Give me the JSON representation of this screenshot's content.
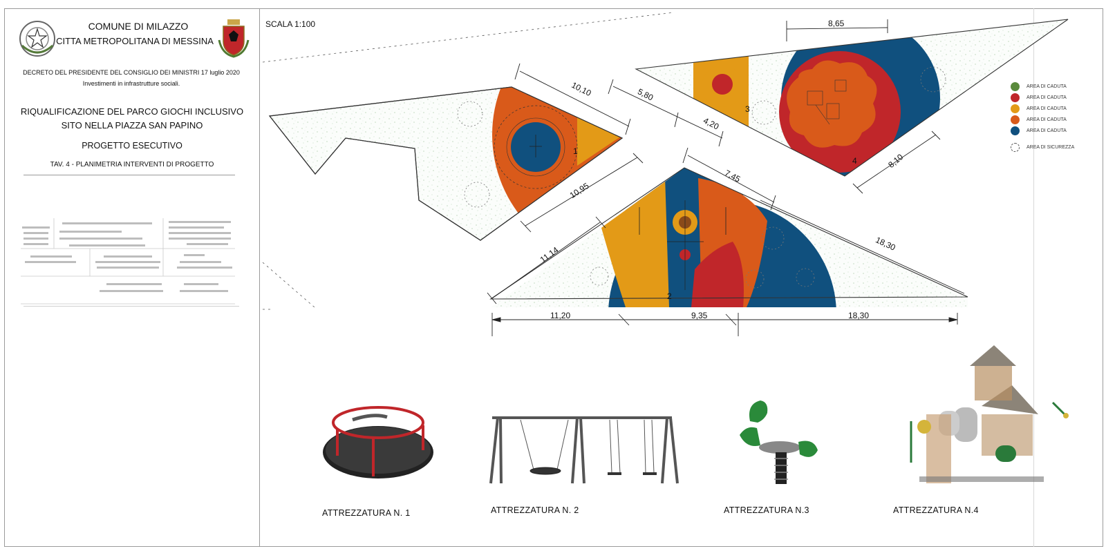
{
  "header": {
    "comune": "COMUNE DI MILAZZO",
    "citta": "CITTA METROPOLITANA DI MESSINA",
    "decreto": "DECRETO DEL PRESIDENTE DEL CONSIGLIO DEI MINISTRI 17 luglio 2020",
    "investimenti": "Investimenti in infrastrutture sociali.",
    "titolo_1": "RIQUALIFICAZIONE DEL PARCO GIOCHI INCLUSIVO",
    "titolo_2": "SITO NELLA PIAZZA SAN PAPINO",
    "progetto": "PROGETTO ESECUTIVO",
    "tavola": "TAV. 4 - PLANIMETRIA INTERVENTI DI PROGETTO"
  },
  "plan": {
    "scala": "SCALA 1:100",
    "dimensions": [
      "10,10",
      "5,80",
      "4,20",
      "8,65",
      "10,95",
      "8,10",
      "7,45",
      "11,14",
      "18,30",
      "11,20",
      "9,35",
      "18,30"
    ],
    "area_numbers": [
      "1",
      "2",
      "3",
      "4"
    ]
  },
  "legend": {
    "items": [
      {
        "label": "AREA DI CADUTA",
        "color": "#5a8a3c"
      },
      {
        "label": "AREA DI CADUTA",
        "color": "#c0262a"
      },
      {
        "label": "AREA DI CADUTA",
        "color": "#e39a17"
      },
      {
        "label": "AREA DI CADUTA",
        "color": "#d95a1a"
      },
      {
        "label": "AREA DI CADUTA",
        "color": "#10507e"
      },
      {
        "label": "AREA DI SICUREZZA",
        "color": "none"
      }
    ]
  },
  "equipment": {
    "labels": [
      "ATTREZZATURA N. 1",
      "ATTREZZATURA N. 2",
      "ATTREZZATURA N.3",
      "ATTREZZATURA N.4"
    ]
  },
  "colors": {
    "orange": "#d95a1a",
    "amber": "#e39a17",
    "red": "#c0262a",
    "blue": "#10507e",
    "green": "#5a8a3c",
    "line": "#222222"
  }
}
